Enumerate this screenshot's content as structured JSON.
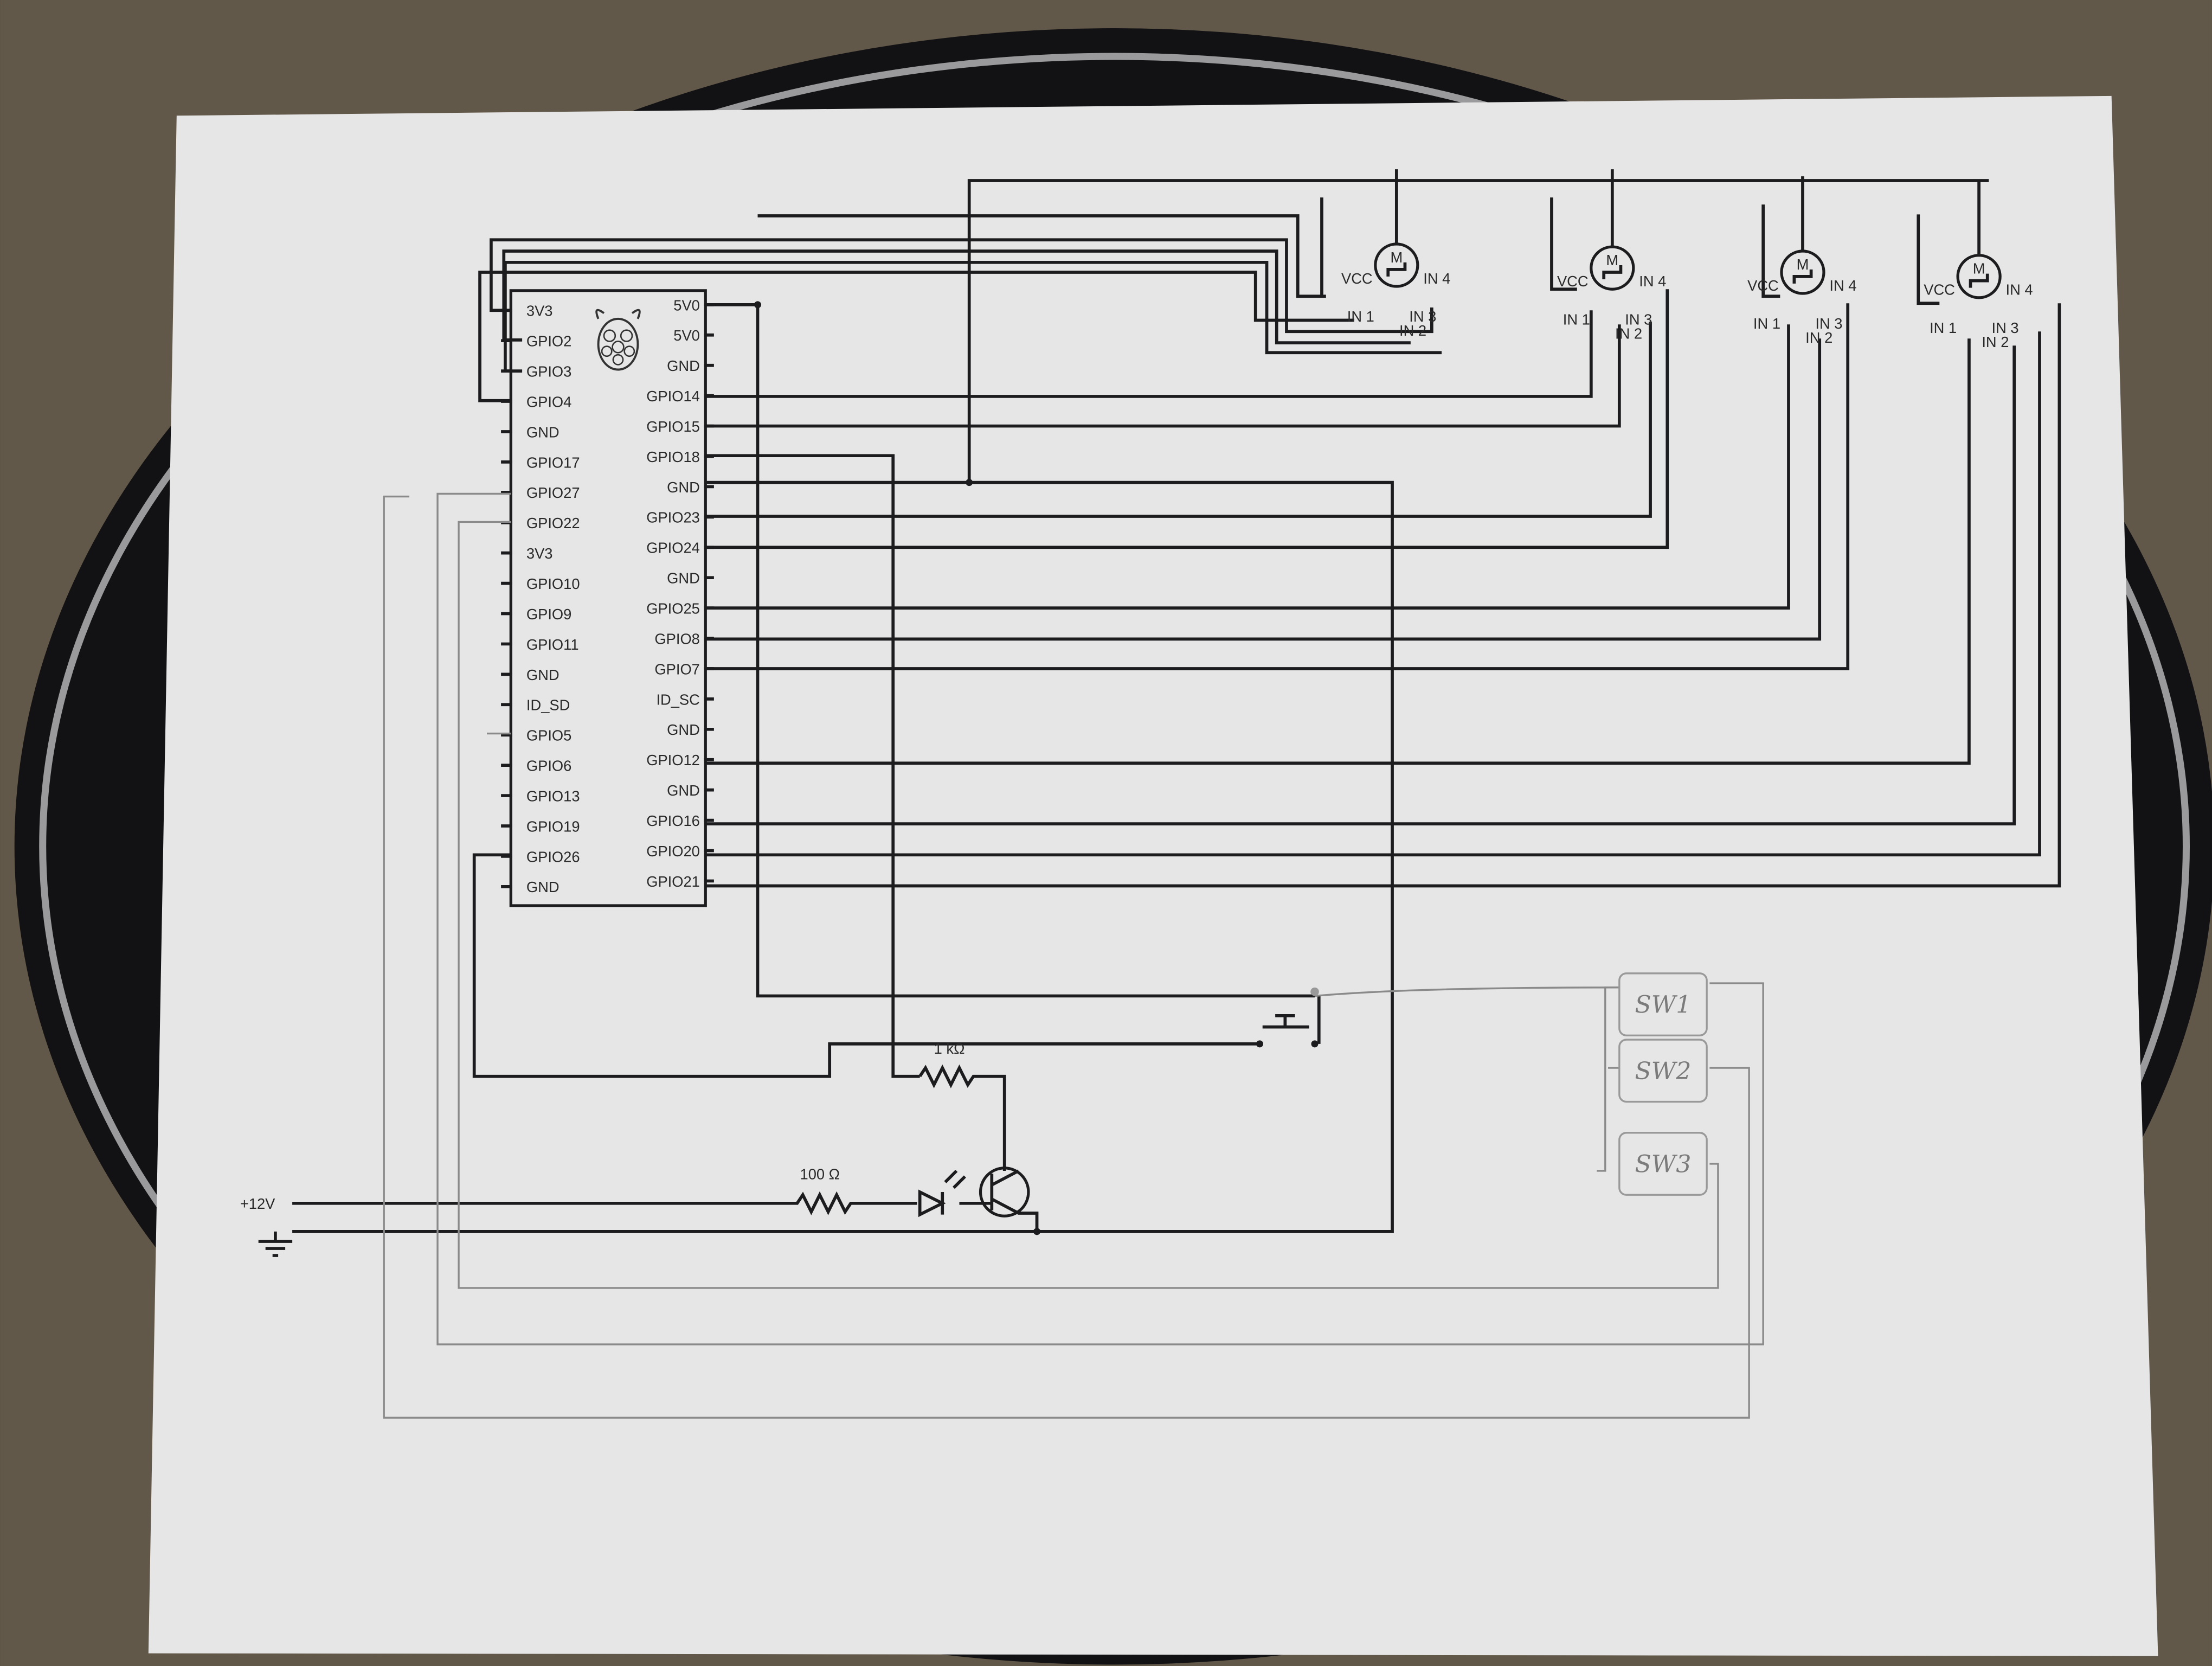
{
  "pi": {
    "left_pins": [
      "3V3",
      "GPIO2",
      "GPIO3",
      "GPIO4",
      "GND",
      "GPIO17",
      "GPIO27",
      "GPIO22",
      "3V3",
      "GPIO10",
      "GPIO9",
      "GPIO11",
      "GND",
      "ID_SD",
      "GPIO5",
      "GPIO6",
      "GPIO13",
      "GPIO19",
      "GPIO26",
      "GND"
    ],
    "right_pins": [
      "5V0",
      "5V0",
      "GND",
      "GPIO14",
      "GPIO15",
      "GPIO18",
      "GND",
      "GPIO23",
      "GPIO24",
      "GND",
      "GPIO25",
      "GPIO8",
      "GPIO7",
      "ID_SC",
      "GND",
      "GPIO12",
      "GND",
      "GPIO16",
      "GPIO20",
      "GPIO21"
    ]
  },
  "motors": [
    {
      "symbol": "M",
      "vcc": "VCC",
      "in1": "IN 1",
      "in2": "IN 2",
      "in3": "IN 3",
      "in4": "IN 4"
    },
    {
      "symbol": "M",
      "vcc": "VCC",
      "in1": "IN 1",
      "in2": "IN 2",
      "in3": "IN 3",
      "in4": "IN 4"
    },
    {
      "symbol": "M",
      "vcc": "VCC",
      "in1": "IN 1",
      "in2": "IN 2",
      "in3": "IN 3",
      "in4": "IN 4"
    },
    {
      "symbol": "M",
      "vcc": "VCC",
      "in1": "IN 1",
      "in2": "IN 2",
      "in3": "IN 3",
      "in4": "IN 4"
    }
  ],
  "circuit": {
    "supply_label": "+12V",
    "resistor_led_label": "100 Ω",
    "resistor_base_label": "1 kΩ"
  },
  "switches": [
    "SW1",
    "SW2",
    "SW3"
  ]
}
